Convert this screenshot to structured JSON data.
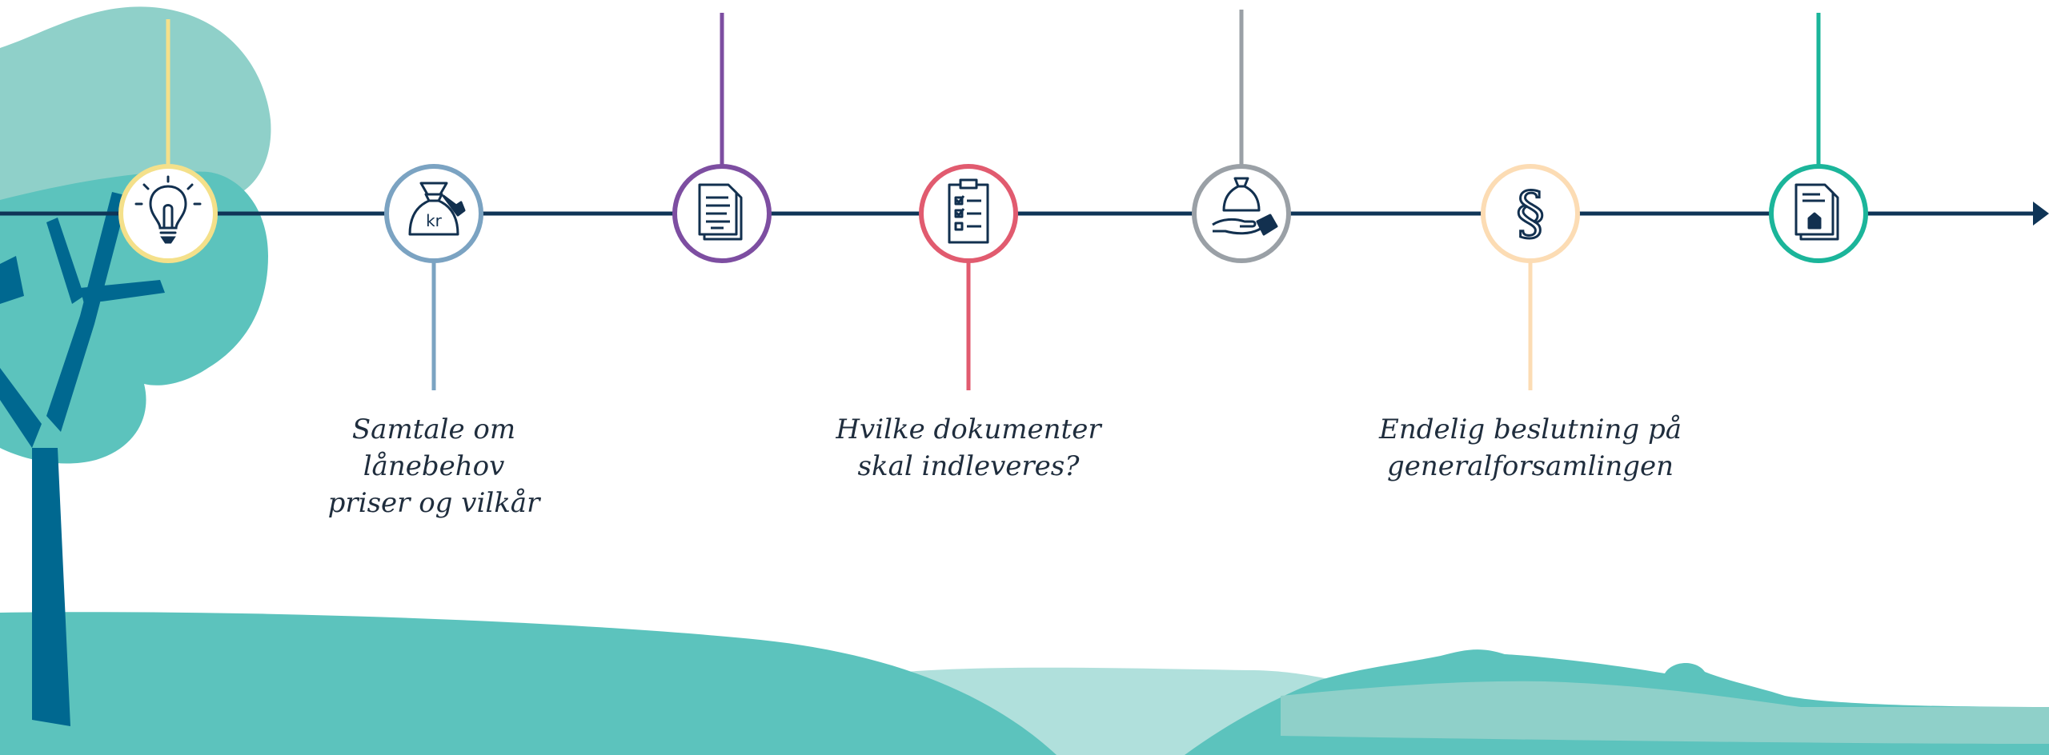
{
  "timeline": {
    "line_color": "#0f3557",
    "steps": [
      {
        "name": "ideas",
        "icon": "lightbulb-icon",
        "color": "#f4e08a",
        "label": ""
      },
      {
        "name": "loan-talk",
        "icon": "money-bag-kr-icon",
        "color": "#7ba3c2",
        "label": "Samtale om\nlånebehov\npriser og vilkår"
      },
      {
        "name": "application",
        "icon": "documents-icon",
        "color": "#7d4ea1",
        "label": ""
      },
      {
        "name": "documents",
        "icon": "checklist-icon",
        "color": "#e15b6f",
        "label": "Hvilke dokumenter\nskal indleveres?"
      },
      {
        "name": "payout",
        "icon": "money-bag-hand-icon",
        "color": "#9aa0a6",
        "label": ""
      },
      {
        "name": "decision",
        "icon": "paragraph-icon",
        "color": "#fcdcb4",
        "label": "Endelig beslutning på\ngeneralforsamlingen"
      },
      {
        "name": "deed",
        "icon": "house-document-icon",
        "color": "#1bb59a",
        "label": ""
      }
    ]
  },
  "colors": {
    "icon_stroke": "#12304f",
    "tree_light": "#8fd0c9",
    "tree_mid": "#5cc3bd",
    "trunk": "#006890",
    "hill_light": "#b0e0dc",
    "water": "#8dd6e4"
  }
}
